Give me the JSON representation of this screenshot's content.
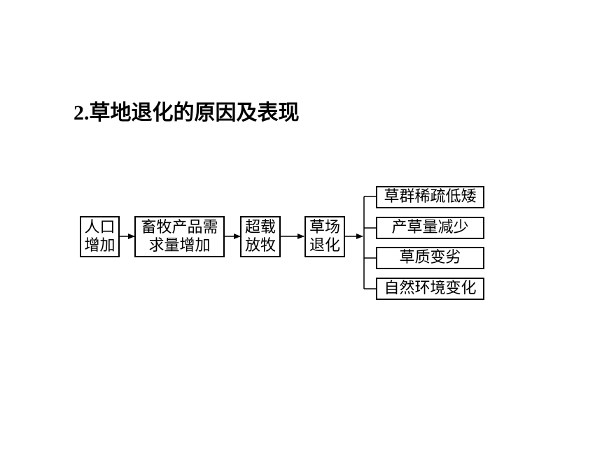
{
  "title": {
    "number": "2.",
    "text": "草地退化的原因及表现"
  },
  "flow": {
    "cause_1": "人口\n增加",
    "cause_2": "畜牧产品需\n求量增加",
    "cause_3": "超载\n放牧",
    "result": "草场\n退化",
    "effects": [
      "草群稀疏低矮",
      "产草量减少",
      "草质变劣",
      "自然环境变化"
    ]
  },
  "colors": {
    "line": "#000000",
    "background": "#ffffff"
  }
}
